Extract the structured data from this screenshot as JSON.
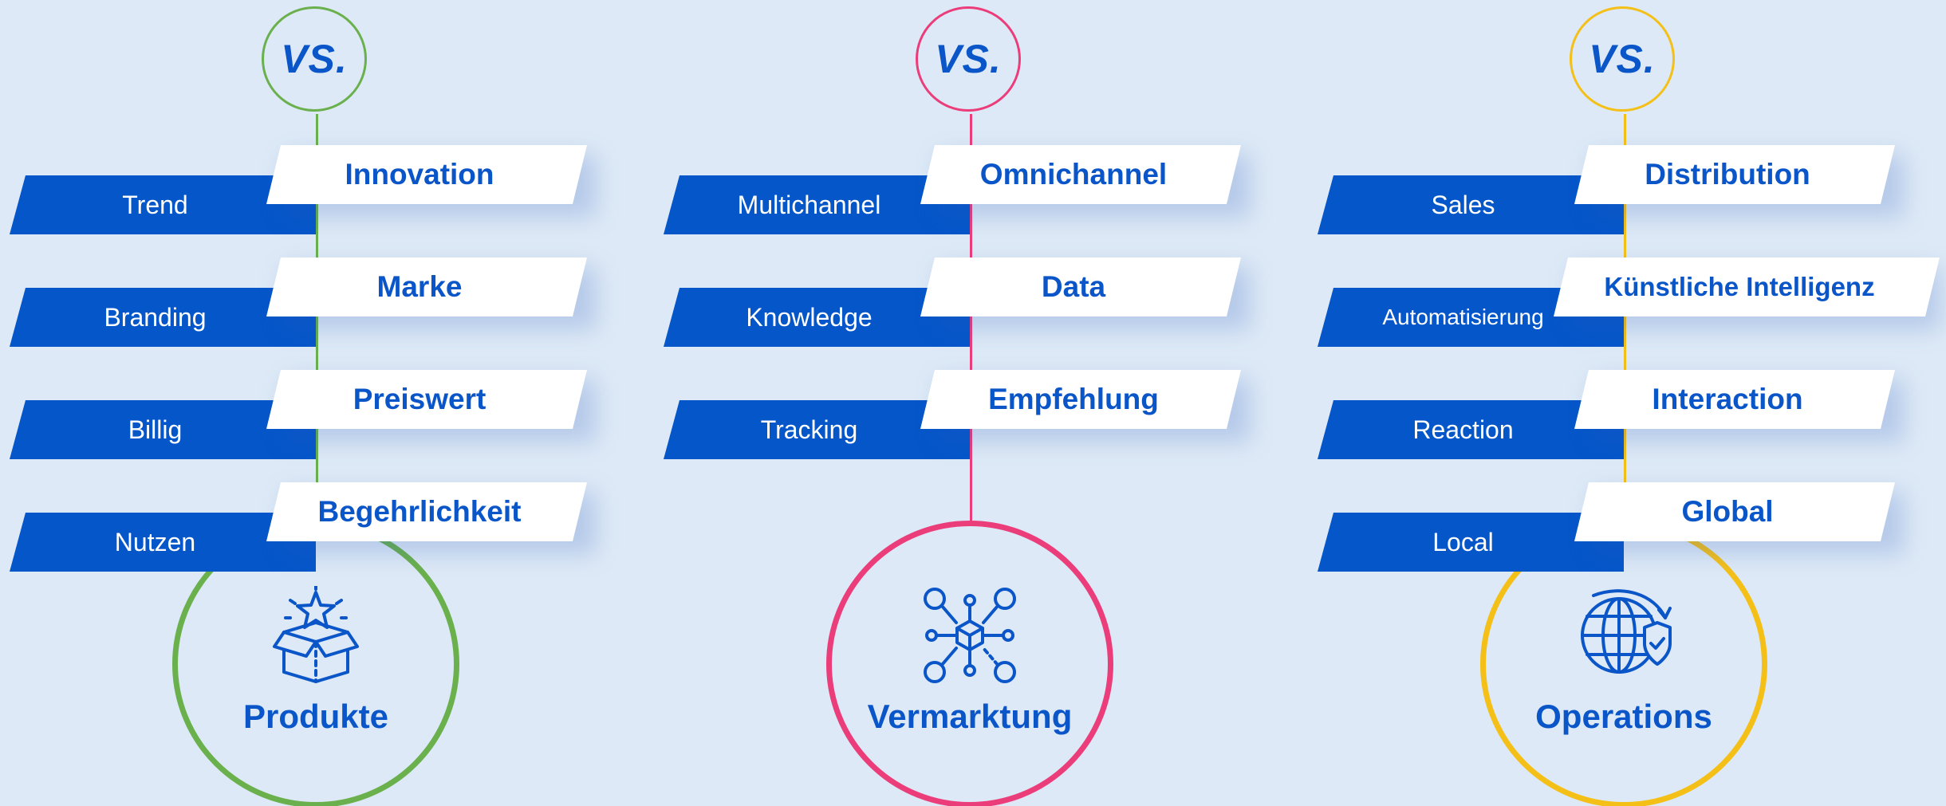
{
  "columns": [
    {
      "vs_label": "VS.",
      "accent_color": "#6ab04c",
      "icon": "gift-box-icon",
      "title": "Produkte",
      "rows": [
        {
          "left": "Trend",
          "right": "Innovation"
        },
        {
          "left": "Branding",
          "right": "Marke"
        },
        {
          "left": "Billig",
          "right": "Preiswert"
        },
        {
          "left": "Nutzen",
          "right": "Begehrlichkeit"
        }
      ]
    },
    {
      "vs_label": "VS.",
      "accent_color": "#ec3d7b",
      "icon": "network-hub-icon",
      "title": "Vermarktung",
      "rows": [
        {
          "left": "Multichannel",
          "right": "Omnichannel"
        },
        {
          "left": "Knowledge",
          "right": "Data"
        },
        {
          "left": "Tracking",
          "right": "Empfehlung"
        }
      ]
    },
    {
      "vs_label": "VS.",
      "accent_color": "#f4c018",
      "icon": "globe-shield-icon",
      "title": "Operations",
      "rows": [
        {
          "left": "Sales",
          "right": "Distribution"
        },
        {
          "left": "Automatisierung",
          "right": "Künstliche Intelligenz"
        },
        {
          "left": "Reaction",
          "right": "Interaction"
        },
        {
          "left": "Local",
          "right": "Global"
        }
      ]
    }
  ],
  "colors": {
    "background": "#dde9f6",
    "left_bar": "#0556c9",
    "card": "#ffffff",
    "text_blue": "#0a55c8"
  }
}
